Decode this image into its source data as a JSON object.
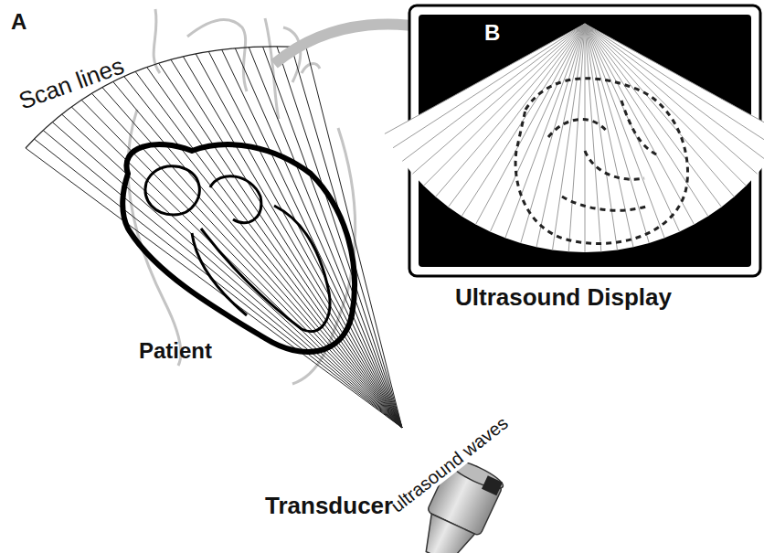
{
  "diagram": {
    "labels": [
      "A",
      "Scan lines",
      "B",
      "Ultrasound Display",
      "Patient",
      "ultrasound waves",
      "Transducer"
    ]
  }
}
